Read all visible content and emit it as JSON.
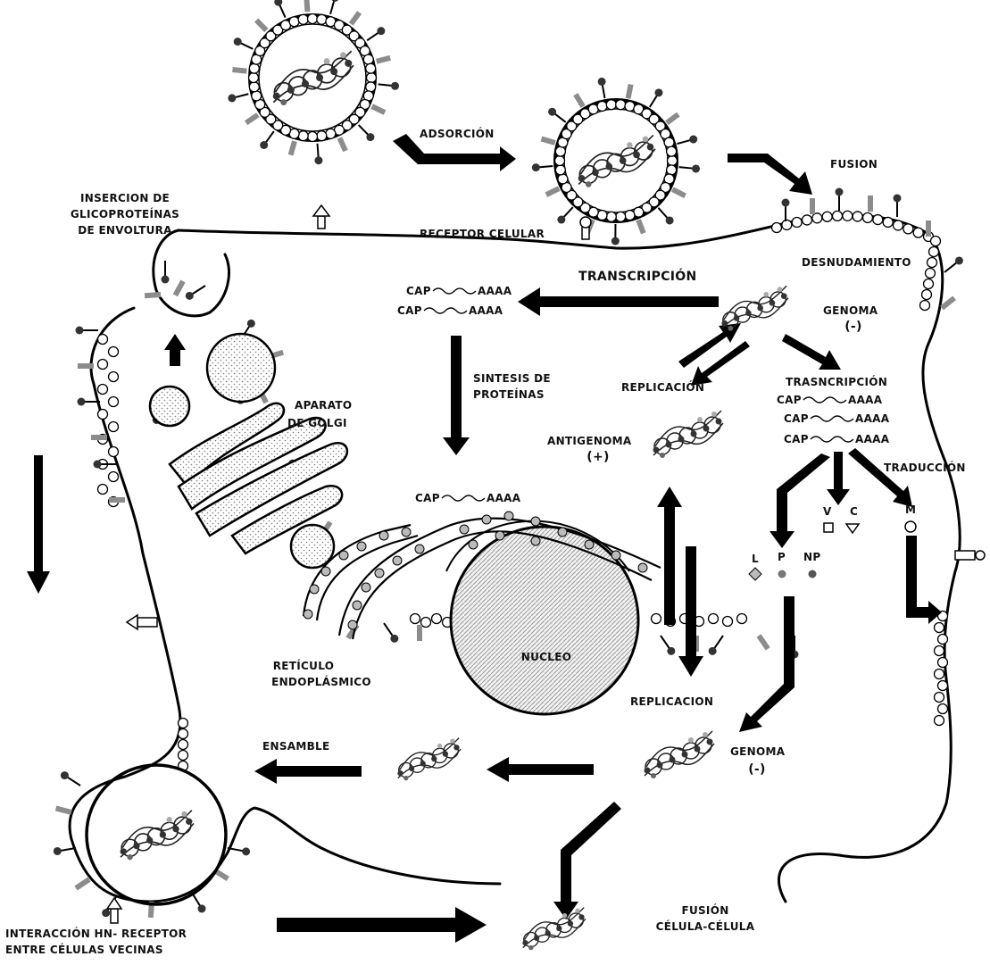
{
  "labels": {
    "adsorcion": "ADSORCIÓN",
    "fusion": "FUSION",
    "insercion_1": "INSERCION DE",
    "insercion_2": "GLICOPROTEÍNAS",
    "insercion_3": "DE ENVOLTURA",
    "receptor_celular": "RECEPTOR CELULAR",
    "desnudamiento": "DESNUDAMIENTO",
    "transcripcion": "TRANSCRIPCIÓN",
    "genoma_top": "GENOMA",
    "neg_top": "(-)",
    "sintesis_1": "SINTESIS DE",
    "sintesis_2": "PROTEÍNAS",
    "replicacion_top": "REPLICACIÓN",
    "trasncripcion": "TRASNCRIPCIÓN",
    "antigenoma": "ANTIGENOMA",
    "pos": "(+)",
    "aparato_1": "APARATO",
    "aparato_2": "DE GOLGI",
    "traduccion": "TRADUCCIÓN",
    "v": "V",
    "c": "C",
    "m": "M",
    "l": "L",
    "p": "P",
    "np": "NP",
    "nucleo": "NUCLEO",
    "reticulo_1": "RETÍCULO",
    "reticulo_2": "ENDOPLÁSMICO",
    "replicacion_bottom": "REPLICACION",
    "genoma_bottom": "GENOMA",
    "neg_bottom": "(-)",
    "ensamble": "ENSAMBLE",
    "fusion_cc_1": "FUSIÓN",
    "fusion_cc_2": "CÉLULA-CÉLULA",
    "interaccion_1": "INTERACCIÓN HN- RECEPTOR",
    "interaccion_2": "ENTRE CÉLULAS VECINAS"
  },
  "mrna": {
    "cap": "CAP",
    "tail": "AAAA"
  },
  "colors": {
    "ink": "#000000",
    "glycoprotein_gray": "#8c8c8c",
    "nucleo_fill": "#dddddd"
  }
}
